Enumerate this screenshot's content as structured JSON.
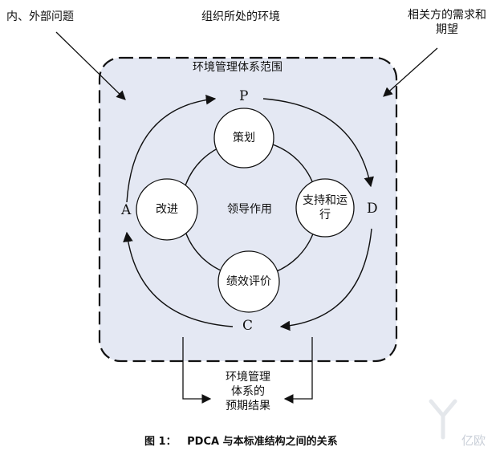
{
  "labels": {
    "internal_external": "内、外部问题",
    "org_env": "组织所处的环境",
    "needs_line1": "相关方的需求和",
    "needs_line2": "期望",
    "scope": "环境管理体系范围",
    "p": "P",
    "d": "D",
    "c": "C",
    "a": "A",
    "plan": "策划",
    "support_line1": "支持和运",
    "support_line2": "行",
    "evaluate": "绩效评价",
    "improve": "改进",
    "leadership": "领导作用",
    "outcome_line1": "环境管理",
    "outcome_line2": "体系的",
    "outcome_line3": "预期结果",
    "caption": "图 1：   PDCA 与本标准结构之间的关系",
    "watermark": "亿欧"
  },
  "colors": {
    "scope_fill": "#e4e8f3",
    "stroke": "#111111",
    "circle_fill": "#ffffff"
  }
}
